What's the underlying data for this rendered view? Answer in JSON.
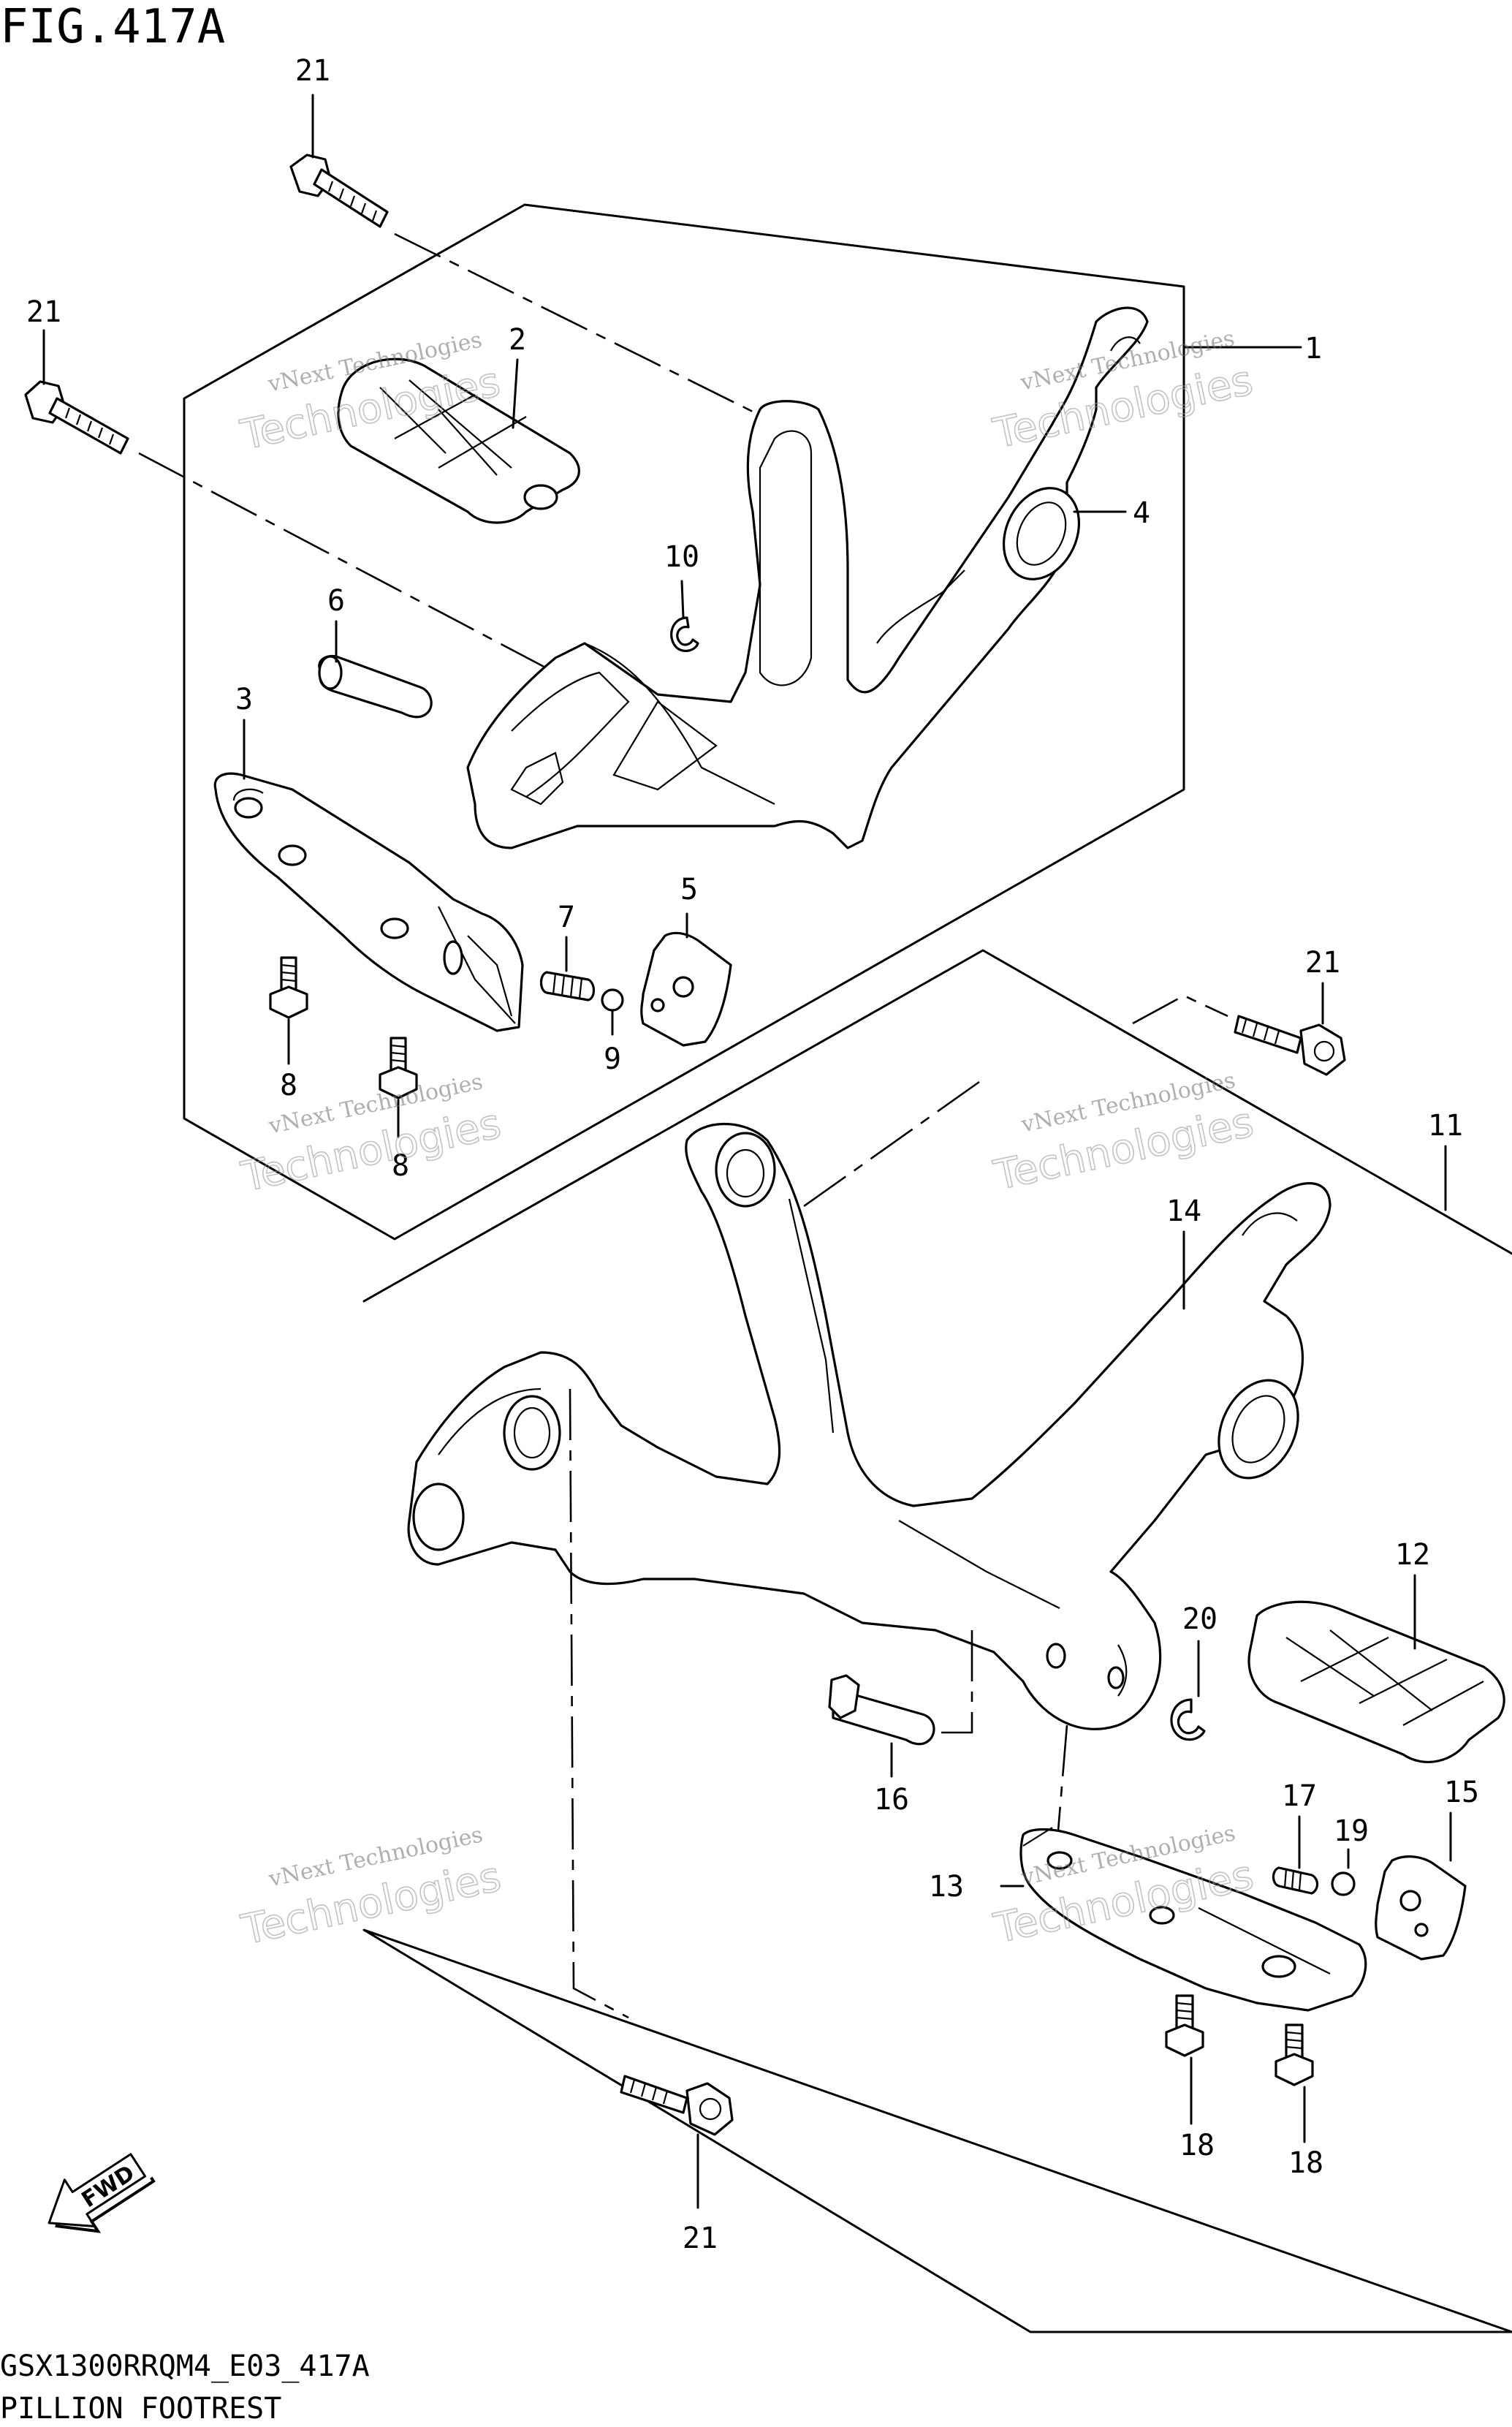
{
  "figure": {
    "title": "FIG.417A",
    "model_code": "GSX1300RRQM4_E03_417A",
    "caption": "PILLION FOOTREST"
  },
  "watermarks": [
    {
      "line1": "vNext Technologies",
      "line2": "Technologies"
    },
    {
      "line1": "vNext Technologies",
      "line2": "Technologies"
    },
    {
      "line1": "vNext Technologies",
      "line2": "Technologies"
    },
    {
      "line1": "vNext Technologies",
      "line2": "Technologies"
    },
    {
      "line1": "vNext Technologies",
      "line2": "Technologies"
    },
    {
      "line1": "vNext Technologies",
      "line2": "Technologies"
    }
  ],
  "callouts": {
    "c1": "1",
    "c2": "2",
    "c3": "3",
    "c4": "4",
    "c5": "5",
    "c6": "6",
    "c7": "7",
    "c8a": "8",
    "c8b": "8",
    "c9": "9",
    "c10": "10",
    "c11": "11",
    "c12": "12",
    "c13": "13",
    "c14": "14",
    "c15": "15",
    "c16": "16",
    "c17": "17",
    "c18a": "18",
    "c18b": "18",
    "c19": "19",
    "c20": "20",
    "c21a": "21",
    "c21b": "21",
    "c21c": "21",
    "c21d": "21"
  },
  "fwd_label": "FWD",
  "fwd_icon": "fwd-arrow-icon"
}
